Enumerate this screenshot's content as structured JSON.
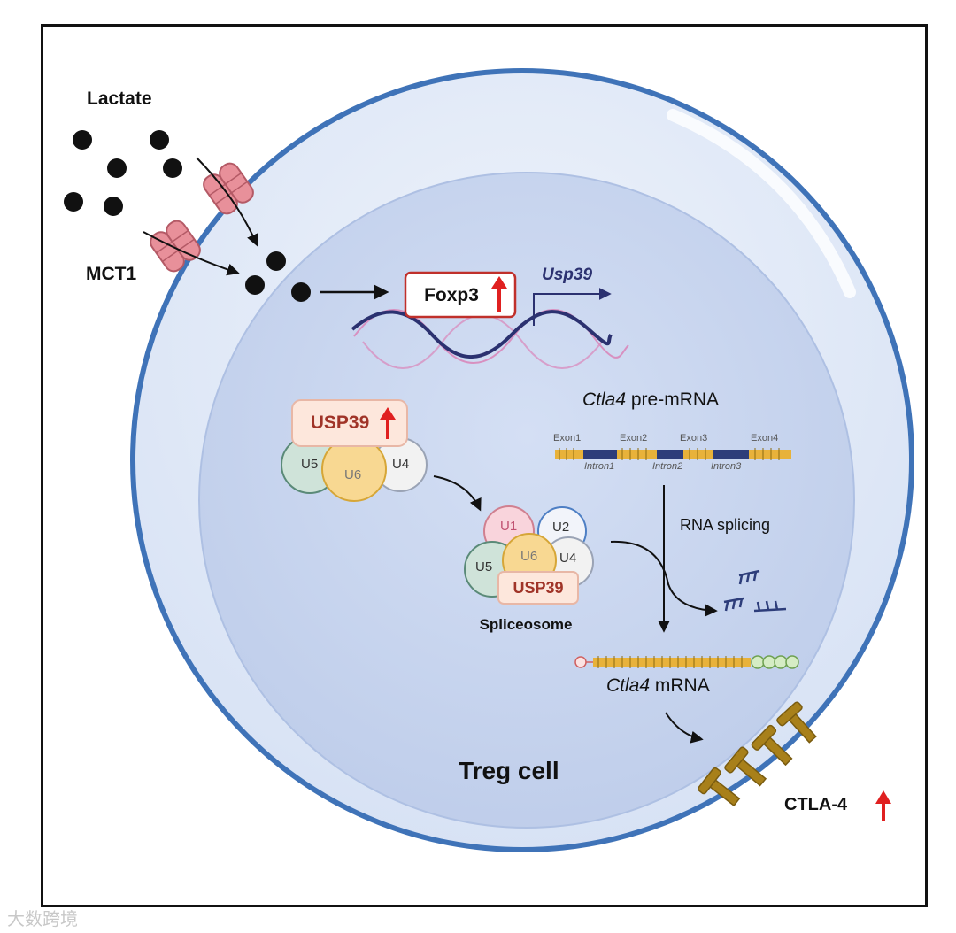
{
  "labels": {
    "lactate": "Lactate",
    "mct1": "MCT1",
    "foxp3": "Foxp3",
    "usp39_gene": "Usp39",
    "usp39_protein": "USP39",
    "usp39_small": "USP39",
    "ctla4_premrna_gene": "Ctla4",
    "ctla4_premrna_suffix": "pre-mRNA",
    "exon1": "Exon1",
    "exon2": "Exon2",
    "exon3": "Exon3",
    "exon4": "Exon4",
    "intron1": "Intron1",
    "intron2": "Intron2",
    "intron3": "Intron3",
    "rna_splicing": "RNA splicing",
    "spliceosome": "Spliceosome",
    "ctla4_mrna_gene": "Ctla4",
    "ctla4_mrna_suffix": "mRNA",
    "treg_cell": "Treg cell",
    "ctla4_protein": "CTLA-4",
    "watermark": "大数跨境"
  },
  "snrnp_small": [
    "U5",
    "U6",
    "U4"
  ],
  "snrnp_spliceosome": [
    "U1",
    "U2",
    "U5",
    "U6",
    "U4"
  ],
  "colors": {
    "up_arrow": "#e02020",
    "cell_outer": "#dce6f6",
    "cell_inner": "#c5d4ef",
    "membrane": "#3f73b8",
    "channel": "#e8909a",
    "ctla4": "#a8801a",
    "exon": "#e8b23a",
    "intron": "#2d3d7a",
    "dna_dark": "#2b3170",
    "dna_pink": "#d890c0"
  }
}
